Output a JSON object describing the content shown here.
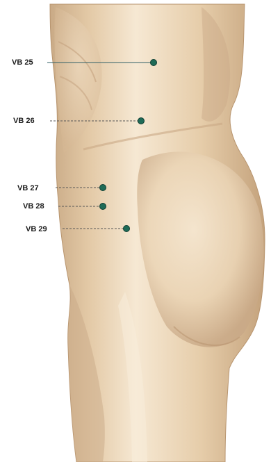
{
  "figure": {
    "background_color": "#ffffff",
    "skin_color": "#e9d3b4",
    "skin_shadow_color": "#c9aa86",
    "skin_highlight_color": "#f6e8d3",
    "marker_color": "#1f6b57",
    "marker_outline_color": "#0d3d31",
    "leader_color": "#555555"
  },
  "points": [
    {
      "id": "vb25",
      "label": "VB 25",
      "leader": "solid"
    },
    {
      "id": "vb26",
      "label": "VB 26",
      "leader": "dashed"
    },
    {
      "id": "vb27",
      "label": "VB 27",
      "leader": "dashed"
    },
    {
      "id": "vb28",
      "label": "VB 28",
      "leader": "dashed"
    },
    {
      "id": "vb29",
      "label": "VB 29",
      "leader": "dashed"
    }
  ]
}
